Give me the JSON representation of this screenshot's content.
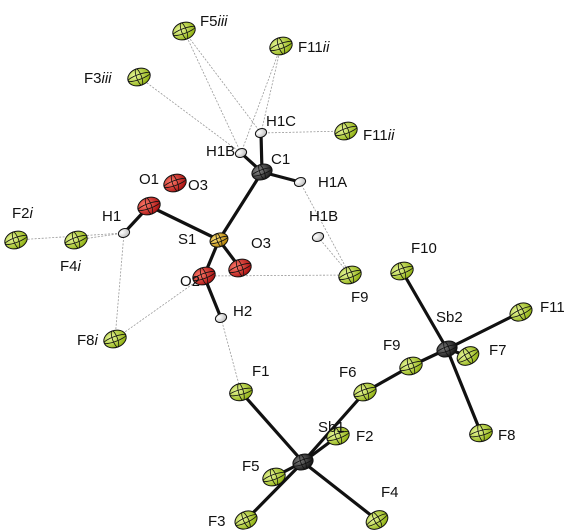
{
  "diagram": {
    "atoms": [
      {
        "id": "F5iii",
        "label": "F5iii",
        "element": "F"
      },
      {
        "id": "F11ii_a",
        "label": "F11ii",
        "element": "F"
      },
      {
        "id": "F3iii",
        "label": "F3iii",
        "element": "F"
      },
      {
        "id": "H1C",
        "label": "H1C",
        "element": "H"
      },
      {
        "id": "F11ii_b",
        "label": "F11ii",
        "element": "F"
      },
      {
        "id": "H1B_top",
        "label": "H1B",
        "element": "H"
      },
      {
        "id": "C1",
        "label": "C1",
        "element": "C"
      },
      {
        "id": "O1",
        "label": "O1",
        "element": "O"
      },
      {
        "id": "O3_back",
        "label": "O3",
        "element": "O"
      },
      {
        "id": "H1A",
        "label": "H1A",
        "element": "H"
      },
      {
        "id": "F2i",
        "label": "F2i",
        "element": "F"
      },
      {
        "id": "H1",
        "label": "H1",
        "element": "H"
      },
      {
        "id": "H1B_right",
        "label": "H1B",
        "element": "H"
      },
      {
        "id": "S1",
        "label": "S1",
        "element": "S"
      },
      {
        "id": "O3",
        "label": "O3",
        "element": "O"
      },
      {
        "id": "F4i",
        "label": "F4i",
        "element": "F"
      },
      {
        "id": "F10",
        "label": "F10",
        "element": "F"
      },
      {
        "id": "O2",
        "label": "O2",
        "element": "O"
      },
      {
        "id": "F9_top",
        "label": "F9",
        "element": "F"
      },
      {
        "id": "H2",
        "label": "H2",
        "element": "H"
      },
      {
        "id": "F8i",
        "label": "F8i",
        "element": "F"
      },
      {
        "id": "Sb2",
        "label": "Sb2",
        "element": "Sb"
      },
      {
        "id": "F11",
        "label": "F11",
        "element": "F"
      },
      {
        "id": "F9",
        "label": "F9",
        "element": "F"
      },
      {
        "id": "F7",
        "label": "F7",
        "element": "F"
      },
      {
        "id": "F1",
        "label": "F1",
        "element": "F"
      },
      {
        "id": "F6",
        "label": "F6",
        "element": "F"
      },
      {
        "id": "Sb1",
        "label": "Sb1",
        "element": "Sb"
      },
      {
        "id": "F2",
        "label": "F2",
        "element": "F"
      },
      {
        "id": "F8",
        "label": "F8",
        "element": "F"
      },
      {
        "id": "F5",
        "label": "F5",
        "element": "F"
      },
      {
        "id": "F4",
        "label": "F4",
        "element": "F"
      },
      {
        "id": "F3",
        "label": "F3",
        "element": "F"
      }
    ],
    "bonds": [
      [
        "C1",
        "S1"
      ],
      [
        "C1",
        "H1A"
      ],
      [
        "C1",
        "H1B_top"
      ],
      [
        "C1",
        "H1C"
      ],
      [
        "S1",
        "O1"
      ],
      [
        "S1",
        "O2"
      ],
      [
        "S1",
        "O3"
      ],
      [
        "O1",
        "H1"
      ],
      [
        "O2",
        "H2"
      ],
      [
        "Sb1",
        "F1"
      ],
      [
        "Sb1",
        "F2"
      ],
      [
        "Sb1",
        "F3"
      ],
      [
        "Sb1",
        "F4"
      ],
      [
        "Sb1",
        "F5"
      ],
      [
        "Sb1",
        "F6"
      ],
      [
        "Sb2",
        "F9"
      ],
      [
        "Sb2",
        "F10"
      ],
      [
        "Sb2",
        "F11"
      ],
      [
        "Sb2",
        "F7"
      ],
      [
        "Sb2",
        "F8"
      ],
      [
        "F6",
        "F9"
      ]
    ],
    "contacts": [
      [
        "H1C",
        "F5iii"
      ],
      [
        "H1C",
        "F11ii_a"
      ],
      [
        "H1B_top",
        "F5iii"
      ],
      [
        "H1B_top",
        "F3iii"
      ],
      [
        "H1B_top",
        "F11ii_a"
      ],
      [
        "H1C",
        "F11ii_b"
      ],
      [
        "H1",
        "F2i"
      ],
      [
        "H1",
        "F4i"
      ],
      [
        "H1",
        "F8i"
      ],
      [
        "H1A",
        "F9_top"
      ],
      [
        "H1B_right",
        "F9_top"
      ],
      [
        "O2",
        "F9_top"
      ],
      [
        "O2",
        "F8i"
      ],
      [
        "H2",
        "F1"
      ]
    ],
    "colors": {
      "F": "#b5d62a",
      "O": "#d62020",
      "S": "#e0b020",
      "C": "#3a3a3a",
      "Sb": "#2a2a2a",
      "H": "#f0f0f0",
      "bond": "#111111",
      "contact": "#9a9a9a"
    }
  }
}
